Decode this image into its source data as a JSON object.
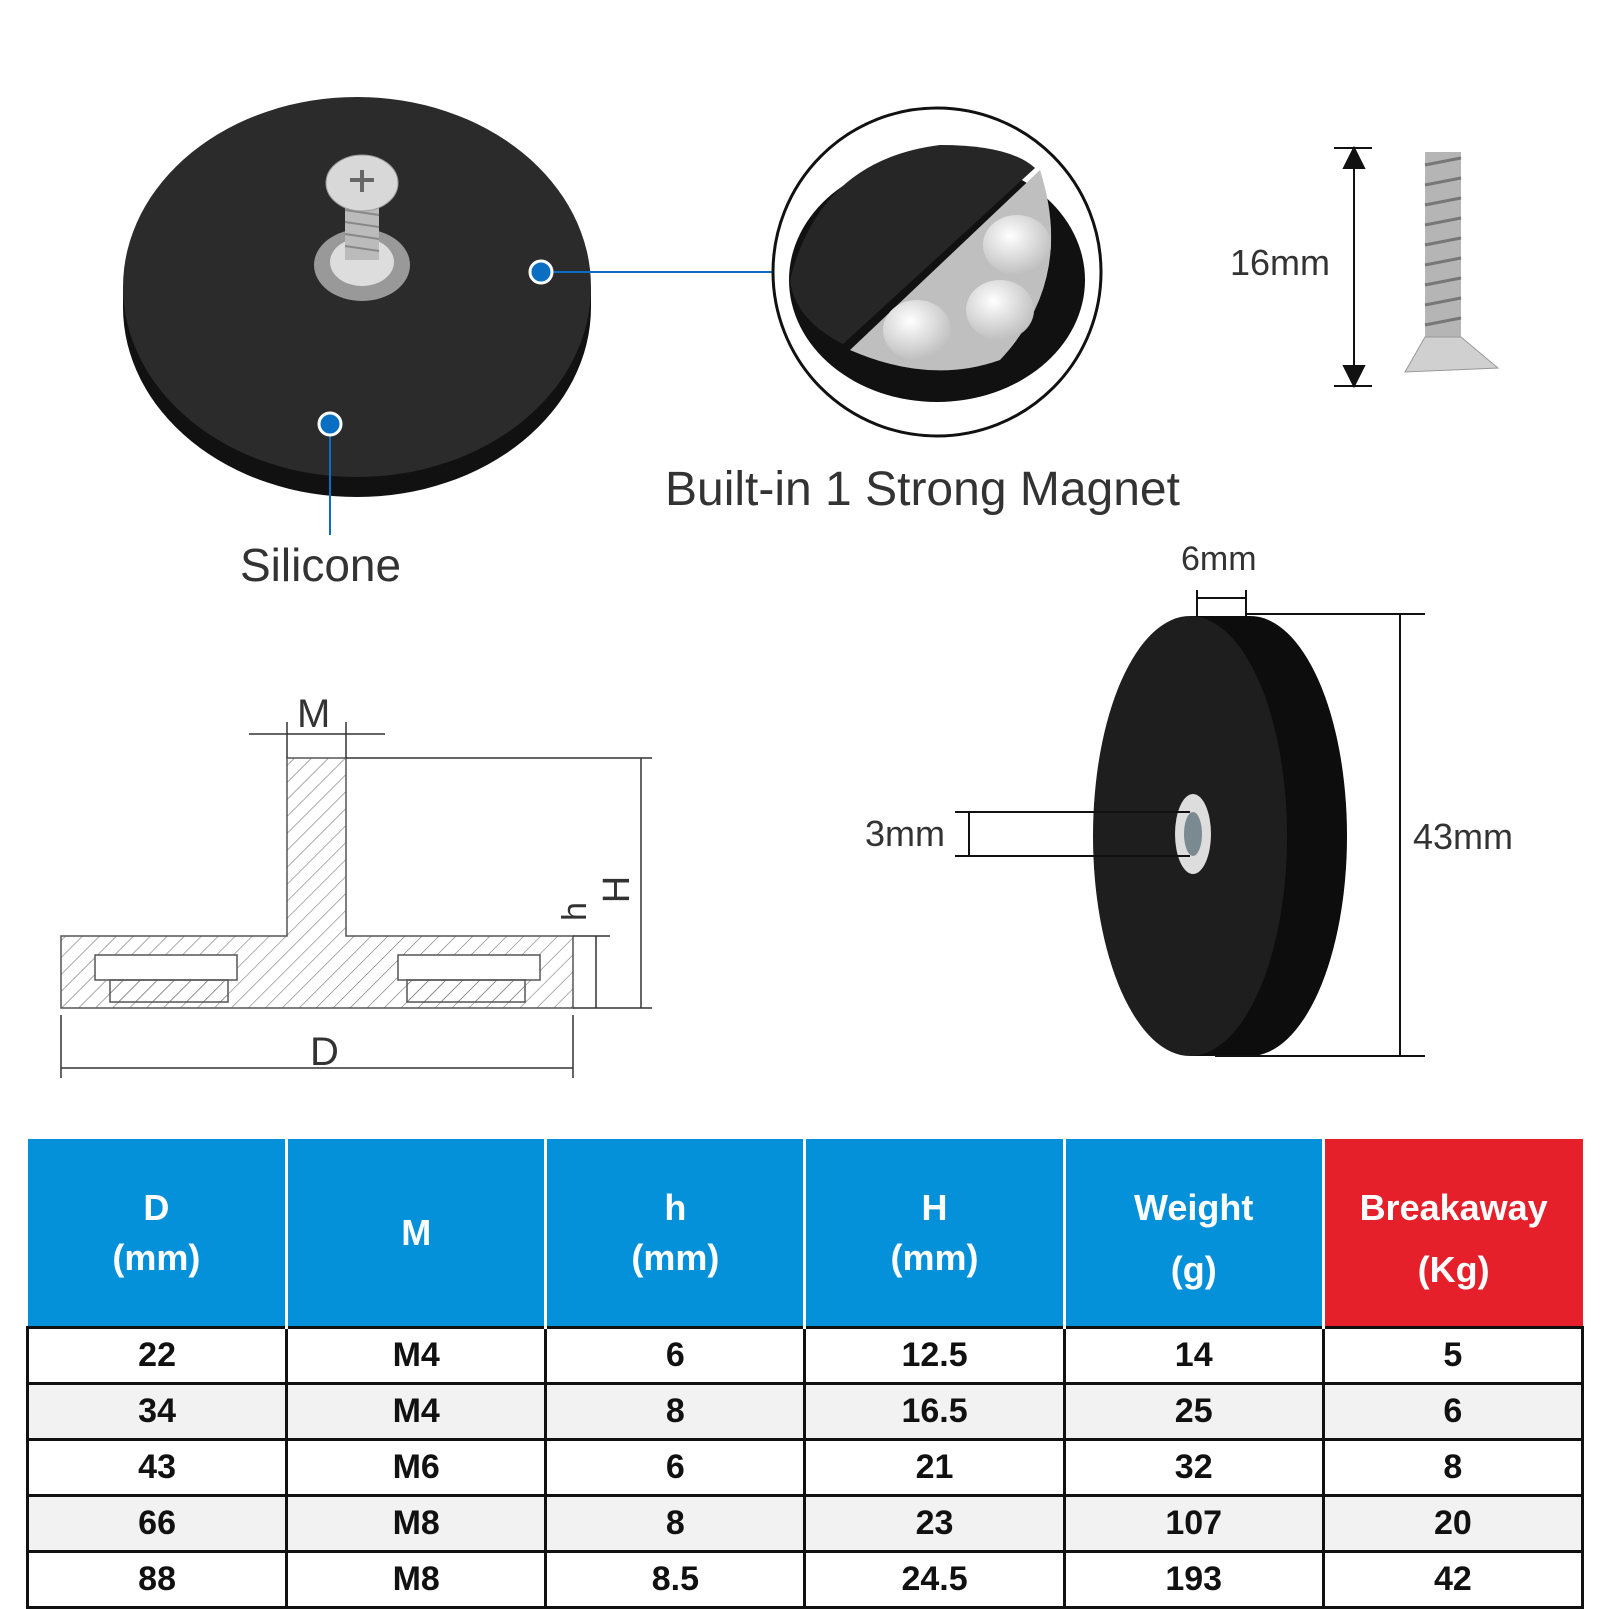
{
  "labels": {
    "silicone": "Silicone",
    "magnet": "Built-in 1 Strong Magnet",
    "screw_length": "16mm",
    "thickness": "6mm",
    "diameter": "43mm",
    "thread": "3mm",
    "diagram_M": "M",
    "diagram_H": "H",
    "diagram_h": "h",
    "diagram_D": "D"
  },
  "colors": {
    "header_blue": "#0590da",
    "header_red": "#e5202a",
    "callout_blue": "#0a6fc2"
  },
  "table": {
    "headers": [
      {
        "line1": "D",
        "line2": "(mm)"
      },
      {
        "line1": "M",
        "line2": ""
      },
      {
        "line1": "h",
        "line2": "(mm)"
      },
      {
        "line1": "H",
        "line2": "(mm)"
      },
      {
        "line1": "Weight",
        "line2": "(g)"
      },
      {
        "line1": "Breakaway",
        "line2": "(Kg)"
      }
    ],
    "rows": [
      [
        "22",
        "M4",
        "6",
        "12.5",
        "14",
        "5"
      ],
      [
        "34",
        "M4",
        "8",
        "16.5",
        "25",
        "6"
      ],
      [
        "43",
        "M6",
        "6",
        "21",
        "32",
        "8"
      ],
      [
        "66",
        "M8",
        "8",
        "23",
        "107",
        "20"
      ],
      [
        "88",
        "M8",
        "8.5",
        "24.5",
        "193",
        "42"
      ]
    ]
  }
}
